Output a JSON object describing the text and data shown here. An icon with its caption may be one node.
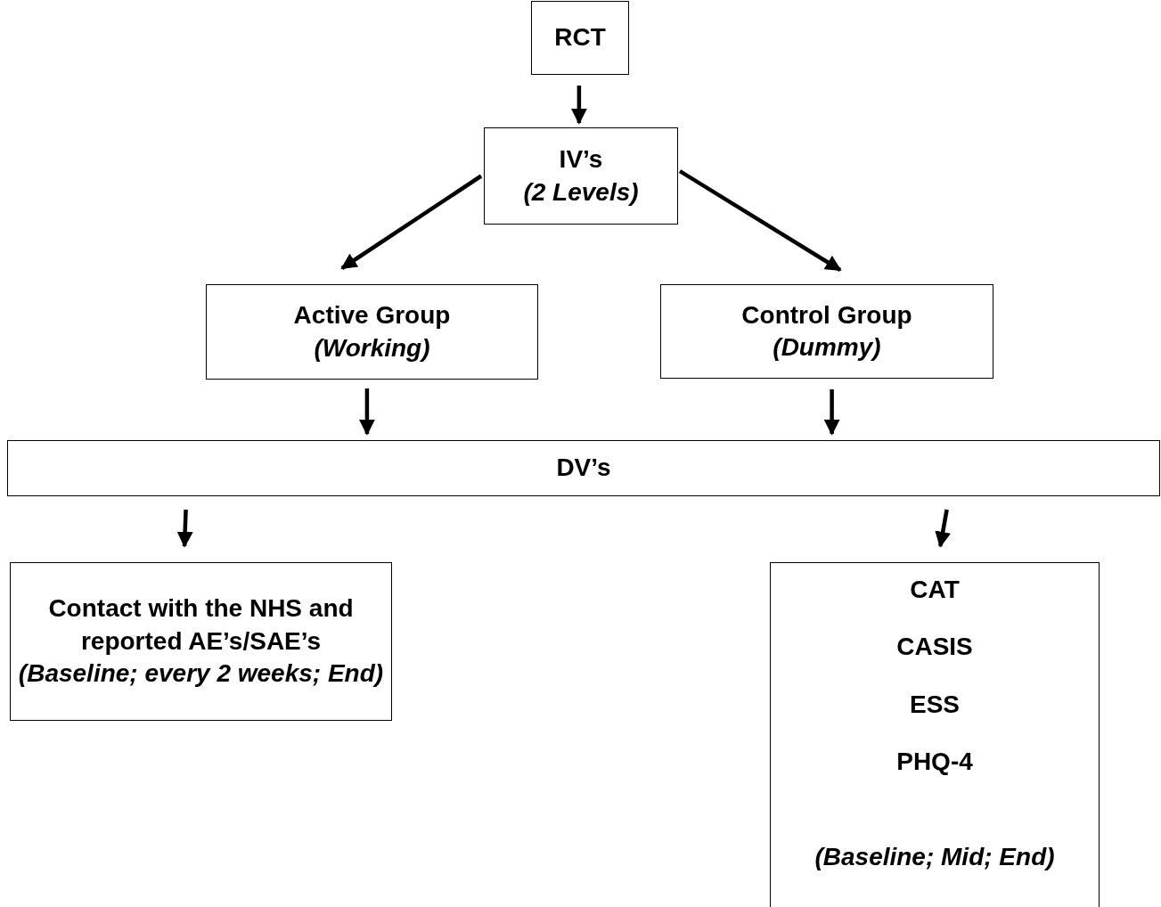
{
  "diagram": {
    "nodes": [
      {
        "text": [
          "RCT"
        ]
      },
      {
        "text": [
          "IV’s",
          "(2 Levels)"
        ]
      },
      {
        "text": [
          "Active Group",
          "(Working)"
        ]
      },
      {
        "text": [
          "Control Group",
          "(Dummy)"
        ]
      },
      {
        "text": [
          "DV’s"
        ]
      },
      {
        "text": [
          "Contact with the NHS and reported AE’s/SAE’s",
          "(Baseline; every 2 weeks; End)"
        ]
      },
      {
        "text": [
          "CAT",
          "CASIS",
          "ESS",
          "PHQ-4",
          "(Baseline; Mid; End)"
        ]
      }
    ],
    "edges": [
      {
        "from": 0,
        "to": 1,
        "arrow": "to"
      },
      {
        "from": 1,
        "to": 2,
        "arrow": "to"
      },
      {
        "from": 1,
        "to": 3,
        "arrow": "to"
      },
      {
        "from": 2,
        "to": 4,
        "arrow": "to"
      },
      {
        "from": 3,
        "to": 4,
        "arrow": "to"
      },
      {
        "from": 4,
        "to": 5,
        "arrow": "to"
      },
      {
        "from": 4,
        "to": 6,
        "arrow": "to"
      }
    ]
  }
}
